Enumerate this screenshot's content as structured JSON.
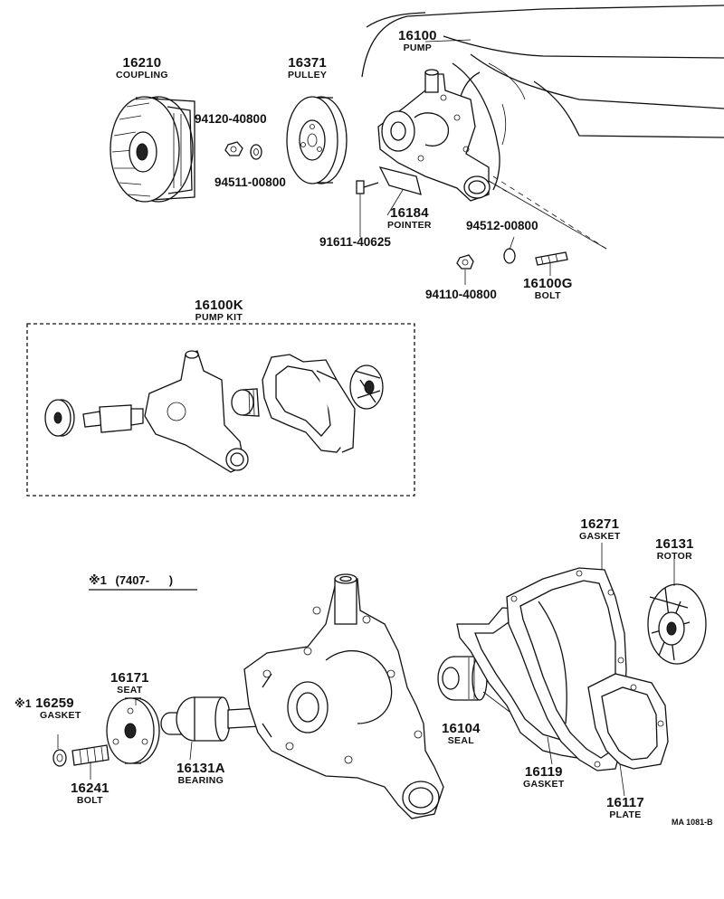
{
  "parts": {
    "coupling": {
      "no": "16210",
      "name": "COUPLING"
    },
    "pulley": {
      "no": "16371",
      "name": "PULLEY"
    },
    "pump": {
      "no": "16100",
      "name": "PUMP"
    },
    "nut_top": {
      "no": "94120-40800"
    },
    "washer_top": {
      "no": "94511-00800"
    },
    "pointer": {
      "no": "16184",
      "name": "POINTER"
    },
    "bolt_pointer": {
      "no": "91611-40625"
    },
    "washer_right": {
      "no": "94512-00800"
    },
    "nut_right": {
      "no": "94110-40800"
    },
    "bolt_pump": {
      "no": "16100G",
      "name": "BOLT"
    },
    "pump_kit": {
      "no": "16100K",
      "name": "PUMP KIT"
    },
    "gasket_plate": {
      "no": "16271",
      "name": "GASKET"
    },
    "rotor": {
      "no": "16131",
      "name": "ROTOR"
    },
    "seat": {
      "no": "16171",
      "name": "SEAT"
    },
    "gasket_small": {
      "no": "16259",
      "name": "GASKET",
      "mark": "※1"
    },
    "bolt_small": {
      "no": "16241",
      "name": "BOLT"
    },
    "bearing": {
      "no": "16131A",
      "name": "BEARING"
    },
    "seal": {
      "no": "16104",
      "name": "SEAL"
    },
    "gasket_body": {
      "no": "16119",
      "name": "GASKET"
    },
    "plate": {
      "no": "16117",
      "name": "PLATE"
    }
  },
  "note": {
    "mark": "※1",
    "text": "(7407-      )"
  },
  "ref_code": "MA 1081-B"
}
